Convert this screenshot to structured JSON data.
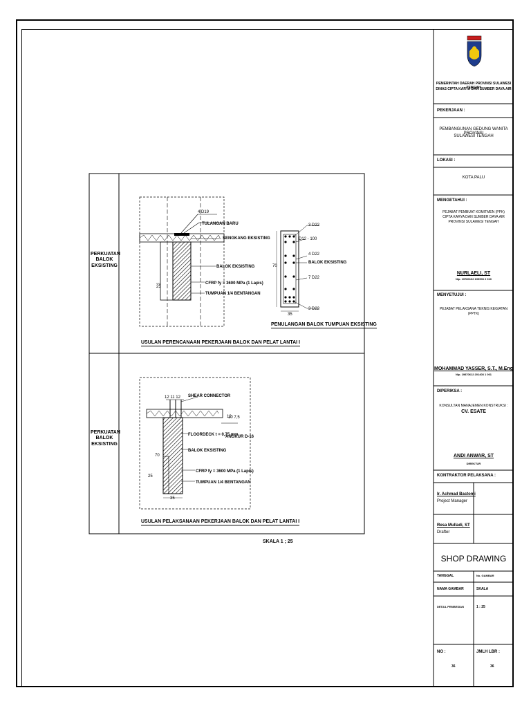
{
  "drawing": {
    "row1_side_label": [
      "PERKUATAN",
      "BALOK",
      "EKSISTING"
    ],
    "row2_side_label": [
      "PERKUATAN",
      "BALOK",
      "EKSISTING"
    ],
    "detail1": {
      "title": "USULAN PERENCANAAN PEKERJAAN BALOK DAN PELAT LANTAI I",
      "labels": {
        "bars_new": "4 D19",
        "new_rebar": "TULANGAN BARU",
        "deck": "SENGKANG EKSISTING",
        "beam": "BALOK EKSISTING",
        "cfrp": "CFRP fy = 3600 MPa (1 Lapis)",
        "support": "TUMPUAN 1/4 BENTANGAN",
        "dim_25": "25"
      }
    },
    "detail_section": {
      "title": "PENULANGAN BALOK TUMPUAN EKSISTING",
      "labels": {
        "top": "3 D22",
        "stirrup": "D12 - 100",
        "mid1": "4 D22",
        "mid2": "BALOK EKSISTING",
        "mid3": "7 D22",
        "bottom": "3 D22",
        "dim_70": "70",
        "dim_35": "35"
      }
    },
    "detail2": {
      "title": "USULAN PELAKSANAAN PEKERJAAN BALOK DAN PELAT LANTAI I",
      "labels": {
        "dims_top": "12   11   12",
        "shear": "SHEAR CONNECTOR",
        "dim_12": "12",
        "floordeck": "FLOORDECK t = 0,75 mm",
        "dim_10": "10 7,5",
        "angkur": "ANGKUR D-16",
        "beam": "BALOK EKSISTING",
        "cfrp": "CFRP fy = 3600 MPa (1 Lapis)",
        "support": "TUMPUAN 1/4 BENTANGAN",
        "dim_70": "70",
        "dim_25": "25",
        "dim_35": "35"
      }
    },
    "scale": "SKALA 1 ; 25"
  },
  "title_block": {
    "org_line1": "PEMERINTAH DAERAH PROVINSI SULAWESI TENGAH",
    "org_line2": "DINAS CIPTA KARYA DAN SUMBER DAYA AIR",
    "pekerjaan_label": "PEKERJAAN :",
    "pekerjaan_line1": "PEMBANGUNAN GEDUNG WANITA PROVINSI",
    "pekerjaan_line2": "SULAWESI TENGAH",
    "lokasi_label": "LOKASI :",
    "lokasi": "KOTA PALU",
    "mengetahui_label": "MENGETAHUI :",
    "mengetahui_line1": "PEJABAT PEMBUAT KOMITMEN (PPK)",
    "mengetahui_line2": "CIPTA KARYA DAN SUMBER DAYA AIR",
    "mengetahui_line3": "PROVINSI SULAWESI TENGAH",
    "ppk_name": "NURLAELI, ST",
    "ppk_nip": "Nip. 19780102 199903 2 010",
    "menyetujui_label": "MENYETUJUI :",
    "menyetujui_line1": "PEJABAT PELAKSANA TEKNIS KEGIATAN",
    "menyetujui_line2": "(PPTK)",
    "pptk_name": "MOHAMMAD YASSER, S.T., M.Eng",
    "pptk_nip": "Nip. 19870612 201403 1 001",
    "diperiksa_label": "DIPERIKSA :",
    "diperiksa_line1": "KONSULTAN MANAJEMEN KONSTRUKSI :",
    "diperiksa_line2": "CV. ESATE",
    "mk_name": "ANDI ANWAR, ST",
    "mk_role": "DIREKTUR",
    "kontraktor_label": "KONTRAKTOR PELAKSANA :",
    "pm_name": "Ir. Achmad Bastomi",
    "pm_role": "Project Manager",
    "drafter_name": "Resa Mulladi, ST",
    "drafter_role": "Drafter",
    "shop_drawing": "SHOP DRAWING",
    "tanggal_label": "TANGGAL",
    "tanggal_value": "No. GAMBAR",
    "nama_gambar_label": "NAMA GAMBAR",
    "skala_label": "SKALA",
    "nama_gambar_value": "DETAIL PEMBESIAN",
    "skala_value": "1 : 25",
    "no_label": "NO  :",
    "jml_label": "JMLH LBR  :",
    "no_value": "36",
    "jml_value": "36"
  },
  "colors": {
    "line": "#000000",
    "paper": "#ffffff",
    "logo_blue": "#1e3c8c",
    "logo_yellow": "#f2c80f",
    "logo_red": "#c81e1e"
  }
}
